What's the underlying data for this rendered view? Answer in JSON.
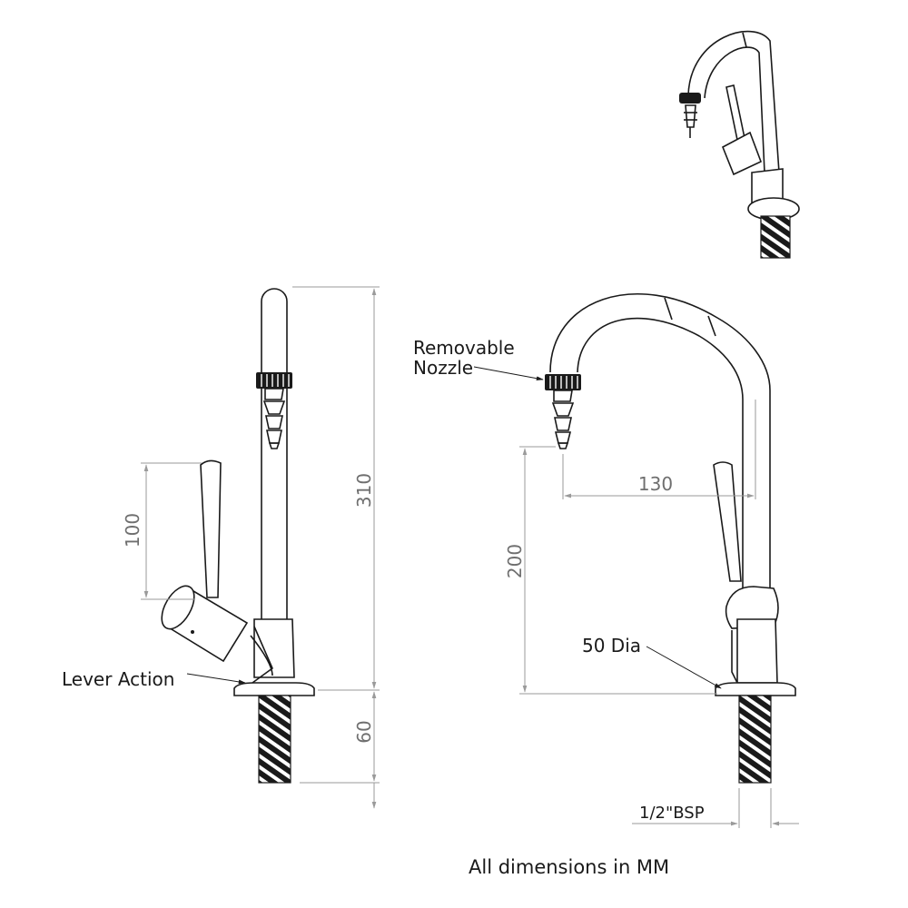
{
  "labels": {
    "removable_nozzle_line1": "Removable",
    "removable_nozzle_line2": "Nozzle",
    "lever_action": "Lever Action",
    "fifty_dia": "50 Dia",
    "bsp": "1/2\"BSP",
    "footer": "All dimensions in MM"
  },
  "dimensions": {
    "overall_height": "310",
    "lever_length": "100",
    "thread_length": "60",
    "spout_reach": "130",
    "outlet_height": "200"
  },
  "colors": {
    "line": "#1a1a1a",
    "dimension_line": "#9a9a9a",
    "dimension_text": "#6f6f6f",
    "thread": "#1a1a1a",
    "background": "#ffffff"
  }
}
